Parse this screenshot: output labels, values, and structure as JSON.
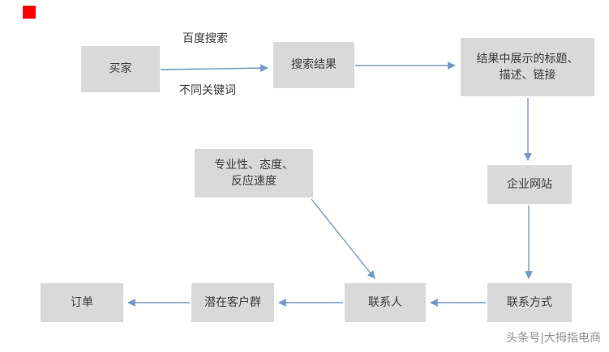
{
  "colors": {
    "page-bg": "#ffffff",
    "box-fill": "#d9d9d9",
    "box-text": "#3a3a3a",
    "arrow-color": "#7399c6",
    "red-square": "#ff0000",
    "watermark-color": "#8f8f8f"
  },
  "diagram": {
    "nodes": [
      {
        "id": "buyer",
        "label": "买家"
      },
      {
        "id": "search-results",
        "label": "搜索结果"
      },
      {
        "id": "result-display",
        "label": "结果中展示的标题、\n描述、链接"
      },
      {
        "id": "company-website",
        "label": "企业网站"
      },
      {
        "id": "professionalism",
        "label": "专业性、态度、\n反应速度"
      },
      {
        "id": "contact-method",
        "label": "联系方式"
      },
      {
        "id": "contact-person",
        "label": "联系人"
      },
      {
        "id": "potential-customers",
        "label": "潜在客户群"
      },
      {
        "id": "order",
        "label": "订单"
      }
    ],
    "edge_labels": [
      {
        "id": "baidu-search",
        "text": "百度搜索"
      },
      {
        "id": "different-keywords",
        "text": "不同关键词"
      }
    ]
  },
  "watermark": {
    "text": "头条号|大拇指电商"
  }
}
